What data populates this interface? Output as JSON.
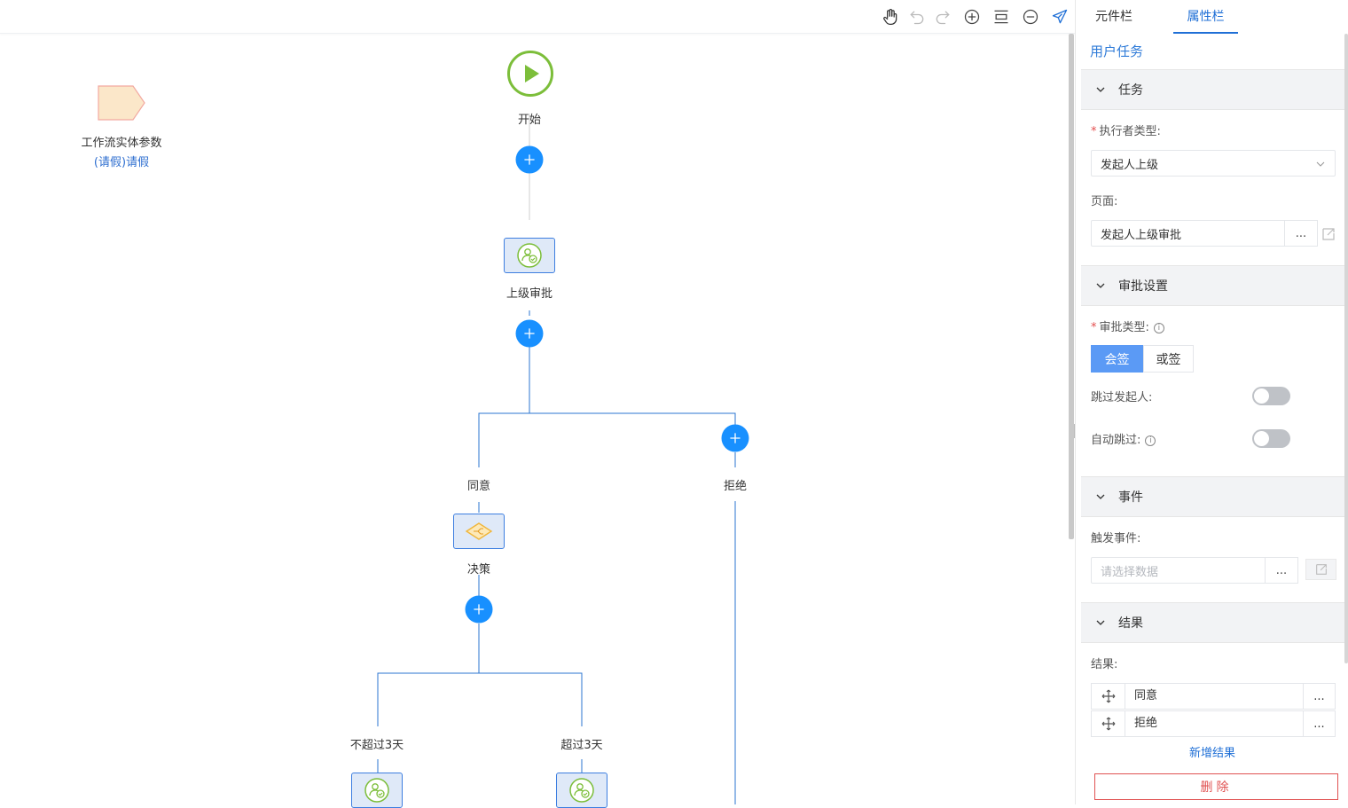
{
  "toolbar": {
    "icons": [
      "hand-icon",
      "undo-icon",
      "redo-icon",
      "zoom-in-icon",
      "fit-icon",
      "zoom-out-icon",
      "send-icon"
    ]
  },
  "canvas": {
    "entity_param": {
      "title": "工作流实体参数",
      "subtitle": "(请假)请假"
    },
    "start_label": "开始",
    "nodes": {
      "superior_approval": "上级审批",
      "agree_branch": "同意",
      "reject_branch": "拒绝",
      "decision": "决策",
      "le3": "不超过3天",
      "gt3": "超过3天"
    }
  },
  "panel": {
    "tabs": [
      "元件栏",
      "属性栏"
    ],
    "active_tab": "属性栏",
    "title": "用户任务",
    "sections": {
      "task": {
        "header": "任务",
        "executor_type_label": "执行者类型:",
        "executor_type_value": "发起人上级",
        "page_label": "页面:",
        "page_value": "发起人上级审批",
        "dots": "..."
      },
      "approval": {
        "header": "审批设置",
        "approval_type_label": "审批类型:",
        "options": [
          "会签",
          "或签"
        ],
        "selected": "会签",
        "skip_initiator_label": "跳过发起人:",
        "skip_initiator_on": false,
        "auto_skip_label": "自动跳过:",
        "auto_skip_on": false
      },
      "event": {
        "header": "事件",
        "trigger_label": "触发事件:",
        "trigger_placeholder": "请选择数据",
        "dots": "..."
      },
      "result": {
        "header": "结果",
        "result_label": "结果:",
        "items": [
          "同意",
          "拒绝"
        ],
        "dots": "...",
        "add_label": "新增结果"
      }
    },
    "delete_label": "删除"
  },
  "colors": {
    "accent": "#1890ff",
    "link": "#1f6fd6",
    "start_green": "#7cbe3a",
    "danger": "#e05252"
  }
}
